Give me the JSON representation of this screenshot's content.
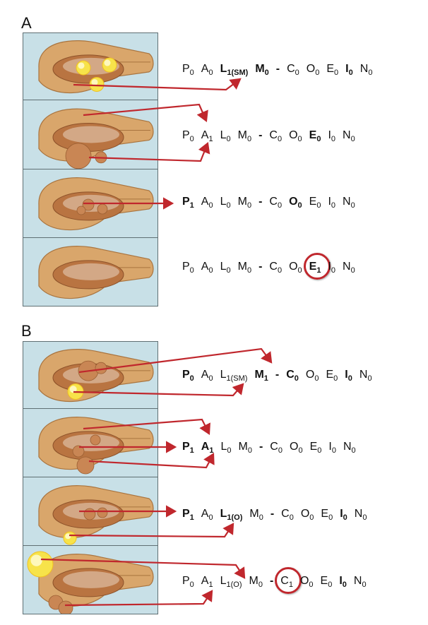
{
  "labels": {
    "a": "A",
    "b": "B"
  },
  "colors": {
    "panel_bg": "#c8e0e7",
    "organ": "#d9a66b",
    "organ_inner": "#b97441",
    "follicle": "#f7e34a",
    "arrow": "#c0272d"
  },
  "section_a": {
    "rows": [
      {
        "terms": [
          {
            "l": "P",
            "s": "0"
          },
          {
            "l": "A",
            "s": "0"
          },
          {
            "l": "L",
            "s": "1(SM)",
            "b": true
          },
          {
            "l": "M",
            "s": "0",
            "b": true
          },
          {
            "sep": "-"
          },
          {
            "l": "C",
            "s": "0"
          },
          {
            "l": "O",
            "s": "0"
          },
          {
            "l": "E",
            "s": "0"
          },
          {
            "l": "I",
            "s": "0",
            "b": true
          },
          {
            "l": "N",
            "s": "0"
          }
        ]
      },
      {
        "terms": [
          {
            "l": "P",
            "s": "0"
          },
          {
            "l": "A",
            "s": "1"
          },
          {
            "l": "L",
            "s": "0"
          },
          {
            "l": "M",
            "s": "0"
          },
          {
            "sep": "-"
          },
          {
            "l": "C",
            "s": "0"
          },
          {
            "l": "O",
            "s": "0"
          },
          {
            "l": "E",
            "s": "0",
            "b": true
          },
          {
            "l": "I",
            "s": "0"
          },
          {
            "l": "N",
            "s": "0"
          }
        ]
      },
      {
        "terms": [
          {
            "l": "P",
            "s": "1",
            "b": true
          },
          {
            "l": "A",
            "s": "0"
          },
          {
            "l": "L",
            "s": "0"
          },
          {
            "l": "M",
            "s": "0"
          },
          {
            "sep": "-"
          },
          {
            "l": "C",
            "s": "0"
          },
          {
            "l": "O",
            "s": "0",
            "b": true
          },
          {
            "l": "E",
            "s": "0"
          },
          {
            "l": "I",
            "s": "0"
          },
          {
            "l": "N",
            "s": "0"
          }
        ]
      },
      {
        "terms": [
          {
            "l": "P",
            "s": "0"
          },
          {
            "l": "A",
            "s": "0"
          },
          {
            "l": "L",
            "s": "0"
          },
          {
            "l": "M",
            "s": "0"
          },
          {
            "sep": "-"
          },
          {
            "l": "C",
            "s": "0"
          },
          {
            "l": "O",
            "s": "0"
          },
          {
            "l": "E",
            "s": "1",
            "b": true,
            "circled": true
          },
          {
            "l": "I",
            "s": "0"
          },
          {
            "l": "N",
            "s": "0"
          }
        ]
      }
    ]
  },
  "section_b": {
    "rows": [
      {
        "terms": [
          {
            "l": "P",
            "s": "0",
            "b": true
          },
          {
            "l": "A",
            "s": "0"
          },
          {
            "l": "L",
            "s": "1(SM)"
          },
          {
            "l": "M",
            "s": "1",
            "b": true
          },
          {
            "sep": "-"
          },
          {
            "l": "C",
            "s": "0",
            "b": true
          },
          {
            "l": "O",
            "s": "0"
          },
          {
            "l": "E",
            "s": "0"
          },
          {
            "l": "I",
            "s": "0",
            "b": true
          },
          {
            "l": "N",
            "s": "0"
          }
        ]
      },
      {
        "terms": [
          {
            "l": "P",
            "s": "1",
            "b": true
          },
          {
            "l": "A",
            "s": "1",
            "b": true
          },
          {
            "l": "L",
            "s": "0"
          },
          {
            "l": "M",
            "s": "0"
          },
          {
            "sep": "-"
          },
          {
            "l": "C",
            "s": "0"
          },
          {
            "l": "O",
            "s": "0"
          },
          {
            "l": "E",
            "s": "0"
          },
          {
            "l": "I",
            "s": "0"
          },
          {
            "l": "N",
            "s": "0"
          }
        ]
      },
      {
        "terms": [
          {
            "l": "P",
            "s": "1",
            "b": true
          },
          {
            "l": "A",
            "s": "0"
          },
          {
            "l": "L",
            "s": "1(O)",
            "b": true
          },
          {
            "l": "M",
            "s": "0"
          },
          {
            "sep": "-"
          },
          {
            "l": "C",
            "s": "0"
          },
          {
            "l": "O",
            "s": "0"
          },
          {
            "l": "E",
            "s": "0"
          },
          {
            "l": "I",
            "s": "0",
            "b": true
          },
          {
            "l": "N",
            "s": "0"
          }
        ]
      },
      {
        "terms": [
          {
            "l": "P",
            "s": "0"
          },
          {
            "l": "A",
            "s": "1"
          },
          {
            "l": "L",
            "s": "1(O)"
          },
          {
            "l": "M",
            "s": "0"
          },
          {
            "sep": "-"
          },
          {
            "l": "C",
            "s": "1",
            "circled": true
          },
          {
            "l": "O",
            "s": "0"
          },
          {
            "l": "E",
            "s": "0"
          },
          {
            "l": "I",
            "s": "0",
            "b": true
          },
          {
            "l": "N",
            "s": "0"
          }
        ]
      }
    ]
  }
}
